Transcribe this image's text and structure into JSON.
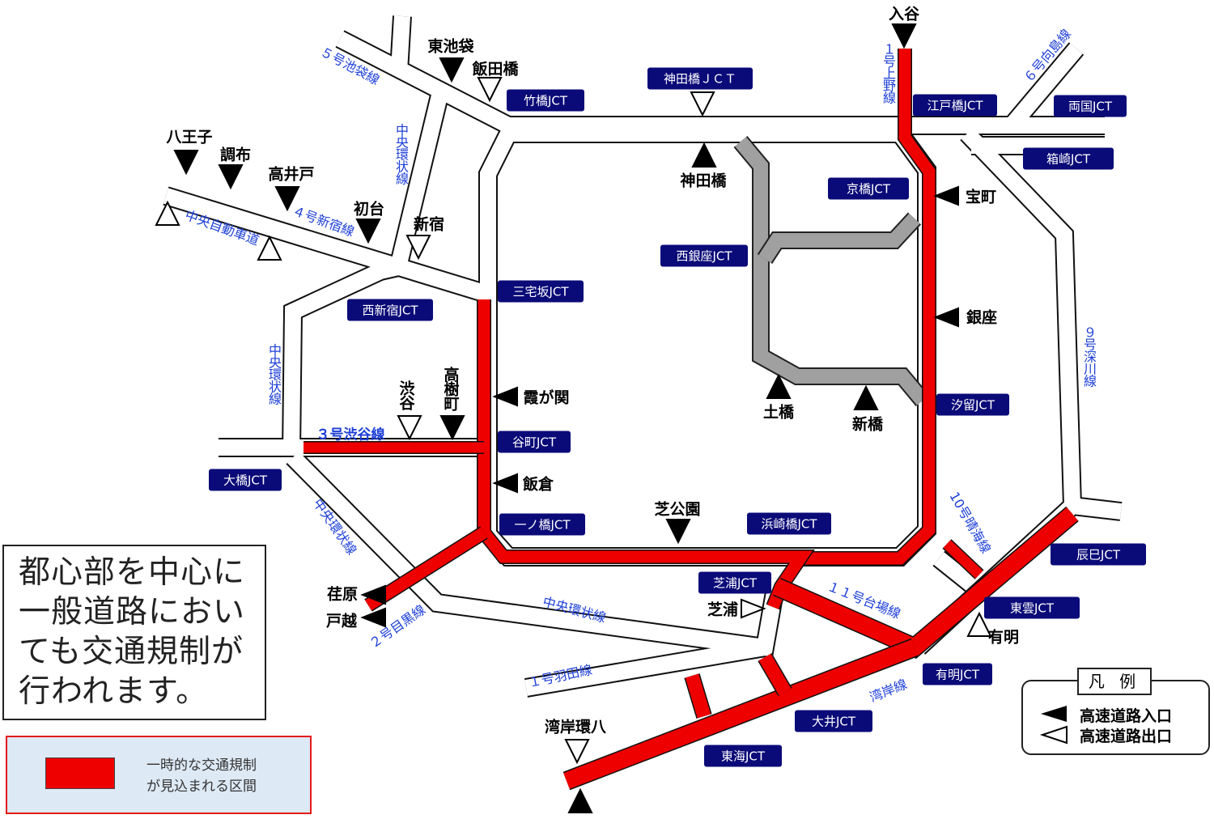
{
  "colors": {
    "restriction": "#ee0000",
    "jct_badge": "#0a0a78",
    "route_label": "#1d3fd6",
    "gray_route": "#a0a0a0"
  },
  "note": {
    "lines": [
      "都心部を中心に",
      "一般道路におい",
      "ても交通規制が",
      "行われます。"
    ]
  },
  "restriction_legend": {
    "line1": "一時的な交通規制",
    "line2": "が見込まれる区間"
  },
  "legend": {
    "title": "凡 例",
    "entrance": "高速道路入口",
    "exit": "高速道路出口"
  },
  "junctions": [
    "神田橋ＪＣＴ",
    "竹橋JCT",
    "江戸橋JCT",
    "両国JCT",
    "箱崎JCT",
    "京橋JCT",
    "西銀座JCT",
    "三宅坂JCT",
    "西新宿JCT",
    "汐留JCT",
    "谷町JCT",
    "大橋JCT",
    "一ノ橋JCT",
    "浜崎橋JCT",
    "芝浦JCT",
    "辰巳JCT",
    "東雲JCT",
    "有明JCT",
    "大井JCT",
    "東海JCT"
  ],
  "places": [
    "入谷",
    "東池袋",
    "飯田橋",
    "八王子",
    "調布",
    "高井戸",
    "初台",
    "新宿",
    "神田橋",
    "宝町",
    "銀座",
    "霞が関",
    "土橋",
    "新橋",
    "飯倉",
    "芝公園",
    "芝浦",
    "荏原",
    "戸越",
    "有明",
    "湾岸環八",
    "渋谷",
    "高樹町"
  ],
  "routes": [
    "５号池袋線",
    "中央環状線",
    "４号新宿線",
    "中央自動車道",
    "中央環状線",
    "３号渋谷線",
    "中央環状線",
    "２号目黒線",
    "中央環状線",
    "１号羽田線",
    "１号上野線",
    "６号向島線",
    "９号深川線",
    "10号晴海線",
    "１１号台場線",
    "湾岸線"
  ]
}
